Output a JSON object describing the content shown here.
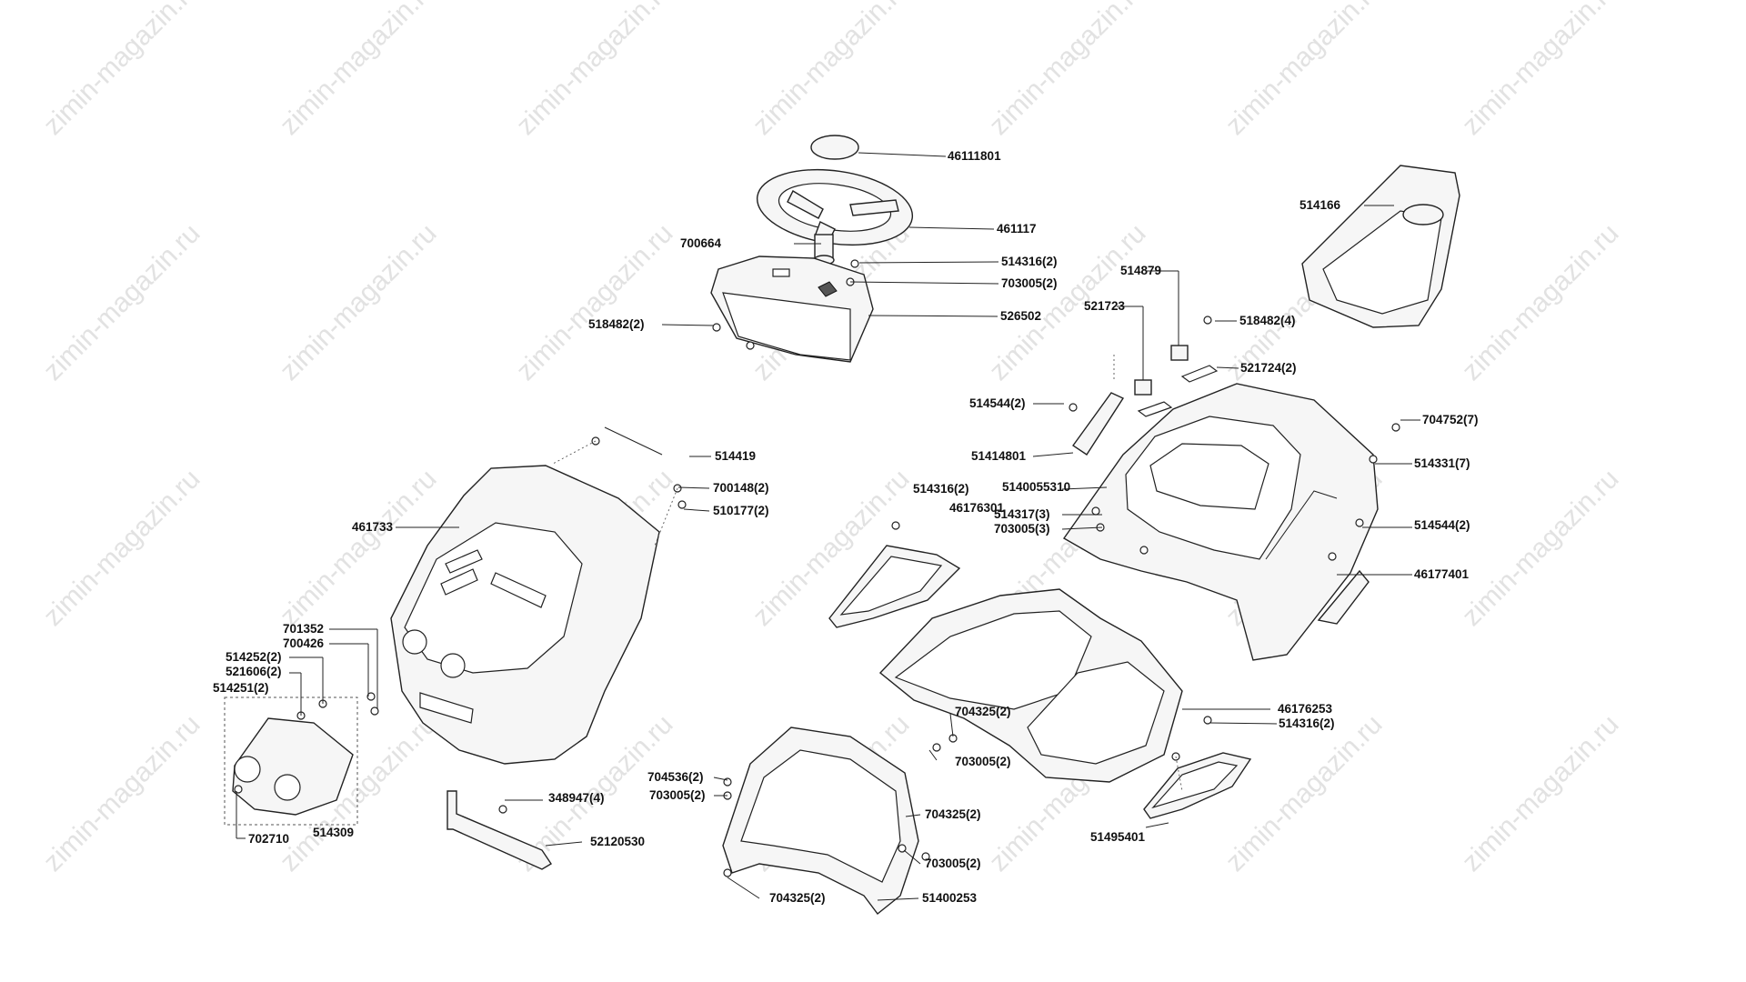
{
  "watermark": "zimin-magazin.ru",
  "labels": [
    {
      "id": "46111801",
      "text": "46111801"
    },
    {
      "id": "461117",
      "text": "461117"
    },
    {
      "id": "700664",
      "text": "700664"
    },
    {
      "id": "514316-2-a",
      "text": "514316(2)"
    },
    {
      "id": "703005-2-a",
      "text": "703005(2)"
    },
    {
      "id": "518482-2",
      "text": "518482(2)"
    },
    {
      "id": "526502",
      "text": "526502"
    },
    {
      "id": "514166",
      "text": "514166"
    },
    {
      "id": "514879",
      "text": "514879"
    },
    {
      "id": "521723",
      "text": "521723"
    },
    {
      "id": "518482-4",
      "text": "518482(4)"
    },
    {
      "id": "521724-2",
      "text": "521724(2)"
    },
    {
      "id": "514544-2-a",
      "text": "514544(2)"
    },
    {
      "id": "704752-7",
      "text": "704752(7)"
    },
    {
      "id": "51414801",
      "text": "51414801"
    },
    {
      "id": "514331-7",
      "text": "514331(7)"
    },
    {
      "id": "514419",
      "text": "514419"
    },
    {
      "id": "700148-2",
      "text": "700148(2)"
    },
    {
      "id": "510177-2",
      "text": "510177(2)"
    },
    {
      "id": "5140055310",
      "text": "5140055310"
    },
    {
      "id": "514316-2-b",
      "text": "514316(2)"
    },
    {
      "id": "46176301",
      "text": "46176301"
    },
    {
      "id": "514317-3",
      "text": "514317(3)"
    },
    {
      "id": "703005-3",
      "text": "703005(3)"
    },
    {
      "id": "461733",
      "text": "461733"
    },
    {
      "id": "514544-2-b",
      "text": "514544(2)"
    },
    {
      "id": "46177401",
      "text": "46177401"
    },
    {
      "id": "701352",
      "text": "701352"
    },
    {
      "id": "700426",
      "text": "700426"
    },
    {
      "id": "514252-2",
      "text": "514252(2)"
    },
    {
      "id": "521606-2",
      "text": "521606(2)"
    },
    {
      "id": "514251-2",
      "text": "514251(2)"
    },
    {
      "id": "704325-2-a",
      "text": "704325(2)"
    },
    {
      "id": "46176253",
      "text": "46176253"
    },
    {
      "id": "514316-2-c",
      "text": "514316(2)"
    },
    {
      "id": "703005-2-b",
      "text": "703005(2)"
    },
    {
      "id": "704536-2",
      "text": "704536(2)"
    },
    {
      "id": "703005-2-c",
      "text": "703005(2)"
    },
    {
      "id": "348947-4",
      "text": "348947(4)"
    },
    {
      "id": "51495401",
      "text": "51495401"
    },
    {
      "id": "704325-2-b",
      "text": "704325(2)"
    },
    {
      "id": "702710",
      "text": "702710"
    },
    {
      "id": "514309",
      "text": "514309"
    },
    {
      "id": "52120530",
      "text": "52120530"
    },
    {
      "id": "703005-2-d",
      "text": "703005(2)"
    },
    {
      "id": "704325-2-c",
      "text": "704325(2)"
    },
    {
      "id": "51400253",
      "text": "51400253"
    }
  ]
}
